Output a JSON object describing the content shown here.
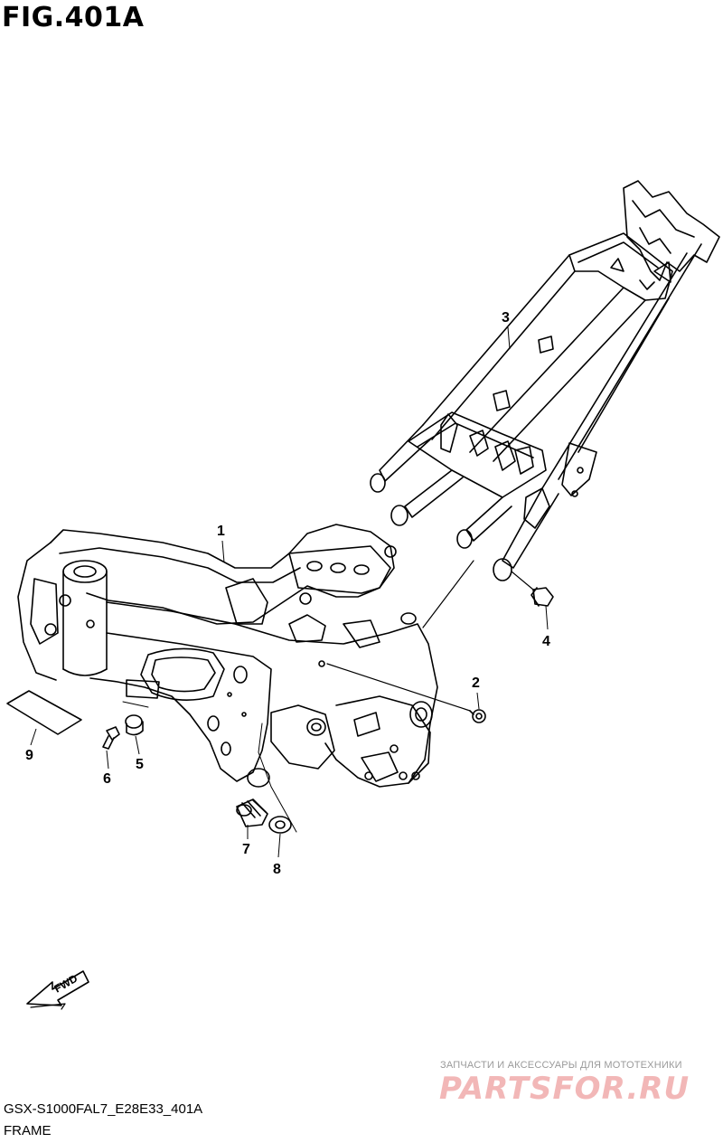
{
  "figure": {
    "title": "FIG.401A",
    "model_code": "GSX-S1000FAL7_E28E33_401A",
    "caption": "FRAME"
  },
  "callouts": [
    "1",
    "2",
    "3",
    "4",
    "5",
    "6",
    "7",
    "8",
    "9"
  ],
  "fwd_label": "FWD",
  "watermark": {
    "line1": "ЗАПЧАСТИ И АКСЕССУАРЫ ДЛЯ МОТОТЕХНИКИ",
    "line2": "PARTSFOR.RU"
  }
}
